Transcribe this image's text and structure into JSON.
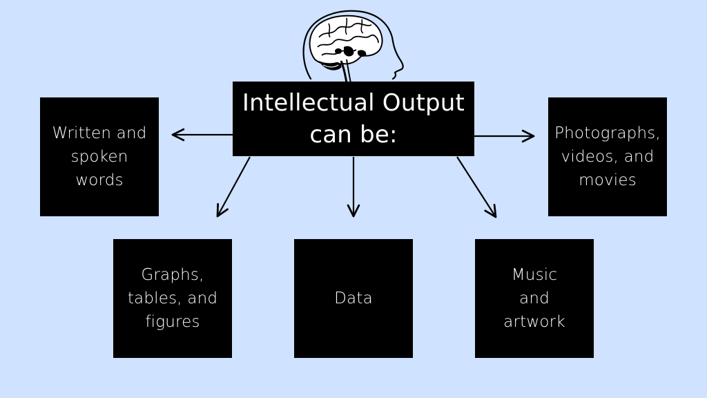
{
  "colors": {
    "background": "#cfe2ff",
    "box_fill": "#000000",
    "box_text": "#ffffff",
    "arrow": "#000000"
  },
  "illustration": {
    "icon": "brain-head-icon"
  },
  "center": {
    "title": "Intellectual Output\ncan be:"
  },
  "items": [
    {
      "label": "Written and\nspoken\nwords"
    },
    {
      "label": "Photographs,\nvideos, and\nmovies"
    },
    {
      "label": "Graphs,\ntables, and\nfigures"
    },
    {
      "label": "Data"
    },
    {
      "label": "Music\nand\nartwork"
    }
  ]
}
